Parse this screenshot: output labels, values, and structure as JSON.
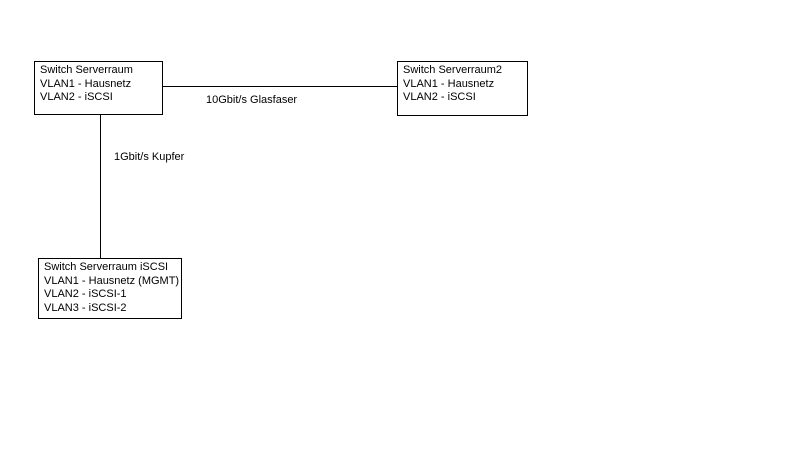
{
  "diagram": {
    "nodes": [
      {
        "id": "serverraum",
        "lines": [
          "Switch Serverraum",
          "VLAN1 - Hausnetz",
          "VLAN2 - iSCSI"
        ]
      },
      {
        "id": "serverraum2",
        "lines": [
          "Switch Serverraum2",
          "VLAN1 - Hausnetz",
          "VLAN2 - iSCSI"
        ]
      },
      {
        "id": "serverraum-iscsi",
        "lines": [
          "Switch Serverraum iSCSI",
          "VLAN1 - Hausnetz (MGMT)",
          "VLAN2 - iSCSI-1",
          "VLAN3 - iSCSI-2"
        ]
      }
    ],
    "links": [
      {
        "from": "serverraum",
        "to": "serverraum2",
        "label": "10Gbit/s Glasfaser"
      },
      {
        "from": "serverraum",
        "to": "serverraum-iscsi",
        "label": "1Gbit/s Kupfer"
      }
    ]
  }
}
